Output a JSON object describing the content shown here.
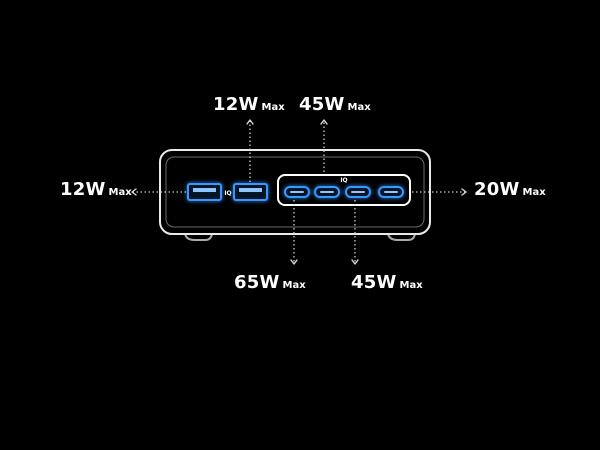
{
  "colors": {
    "background": "#000000",
    "outline": "#ffffff",
    "port_glow": "#2f8cff",
    "arrow": "#cfcfcf"
  },
  "ports": {
    "usb_a": [
      {
        "id": "usb-a-1",
        "badge": "",
        "watts": "12W",
        "unit": "Max",
        "direction": "left"
      },
      {
        "id": "usb-a-2",
        "badge": "IQ",
        "watts": "12W",
        "unit": "Max",
        "direction": "up"
      }
    ],
    "usb_c_group_badge": "IQ",
    "usb_c": [
      {
        "id": "usb-c-1",
        "watts": "65W",
        "unit": "Max",
        "direction": "down"
      },
      {
        "id": "usb-c-2",
        "watts": "45W",
        "unit": "Max",
        "direction": "up"
      },
      {
        "id": "usb-c-3",
        "watts": "45W",
        "unit": "Max",
        "direction": "down"
      },
      {
        "id": "usb-c-4",
        "watts": "20W",
        "unit": "Max",
        "direction": "right"
      }
    ]
  }
}
